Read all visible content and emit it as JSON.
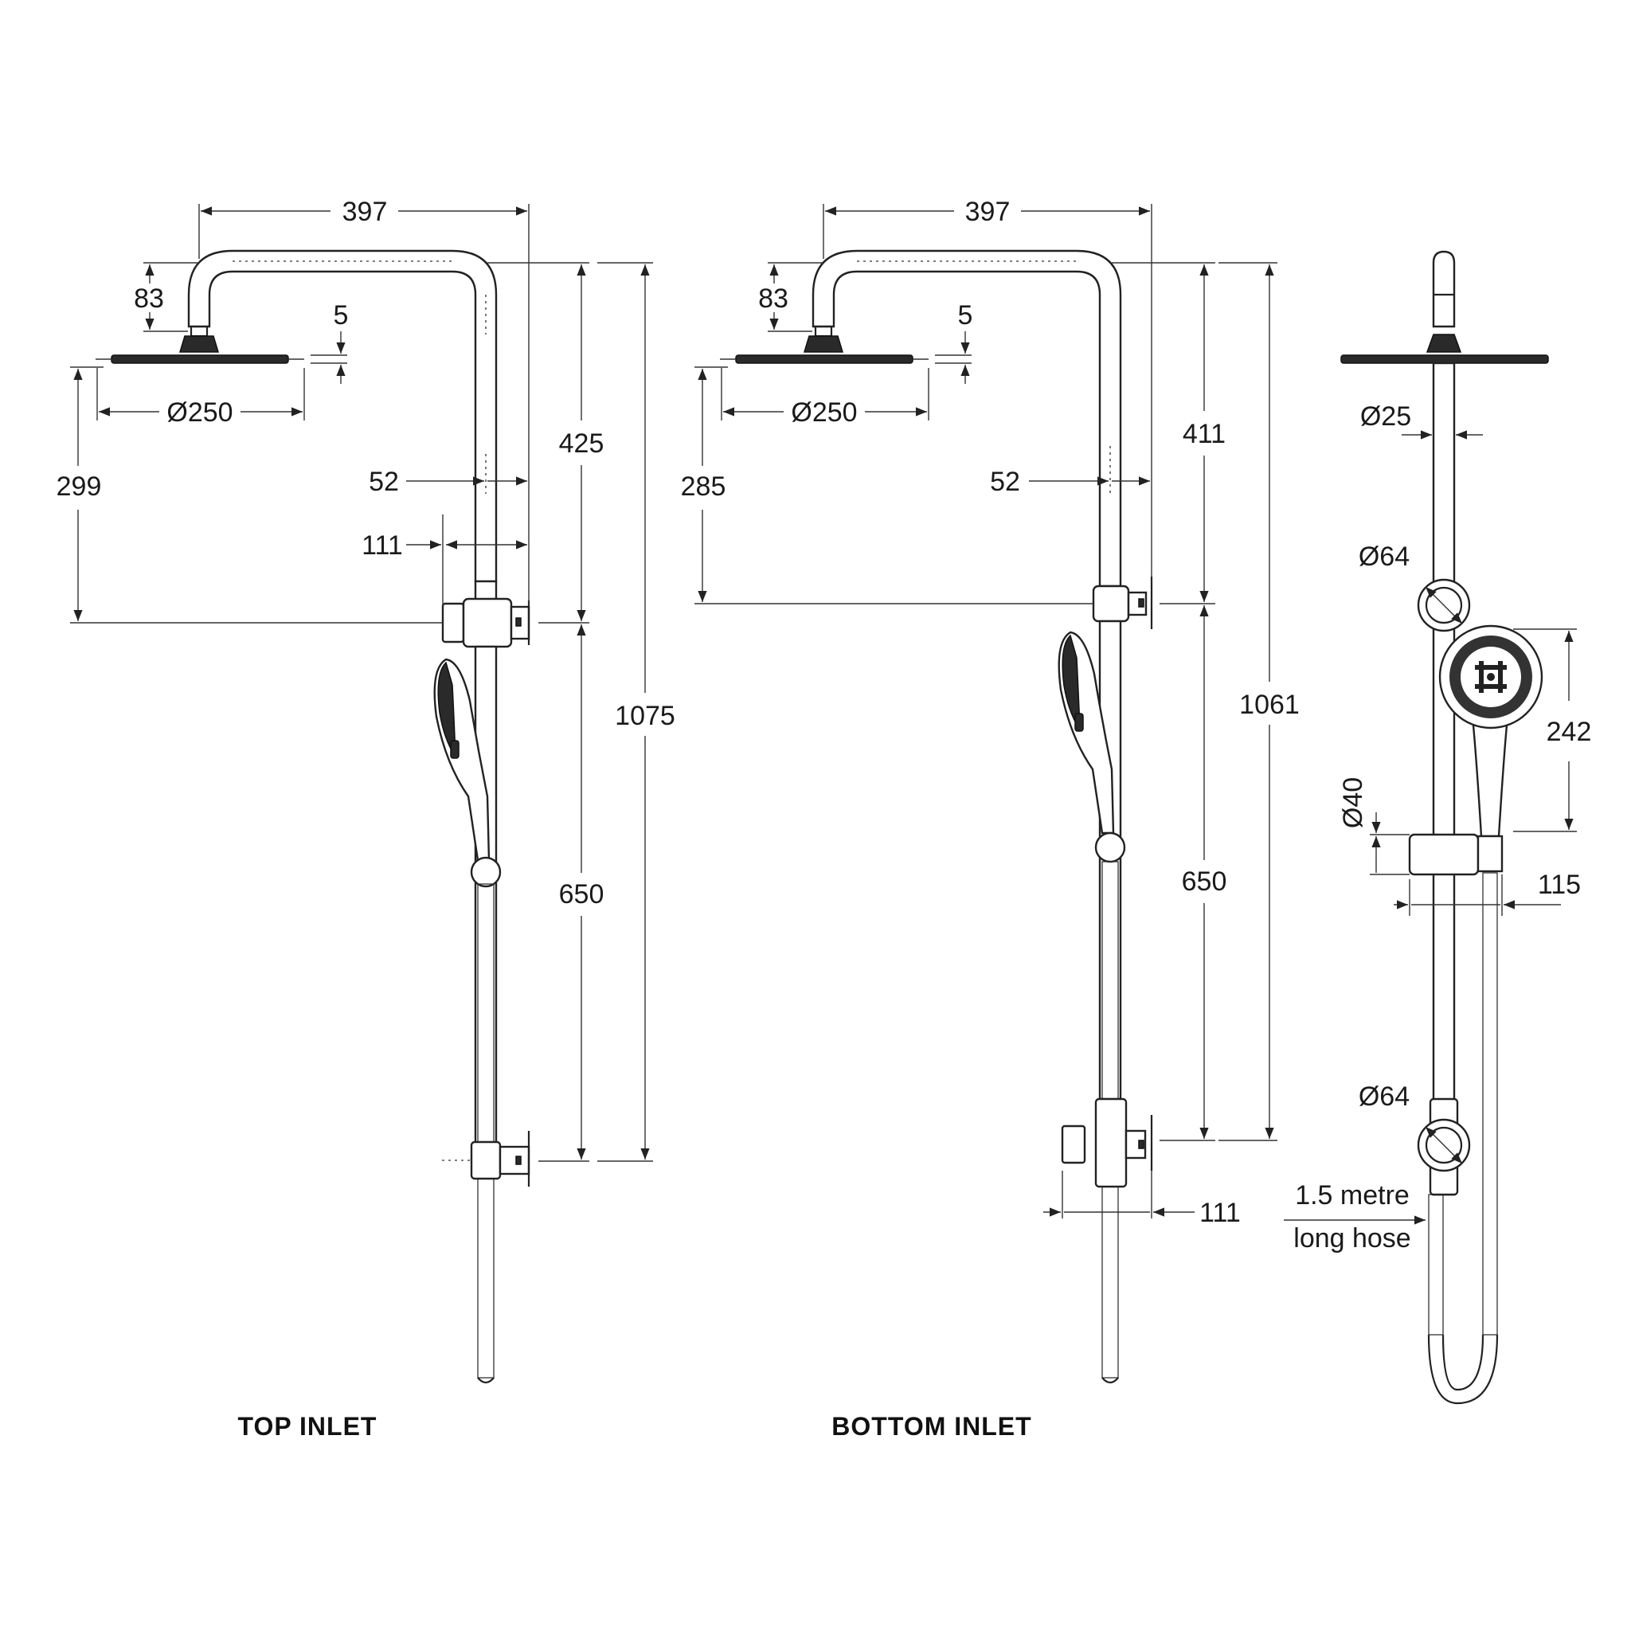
{
  "views": {
    "top_inlet": {
      "caption": "TOP INLET",
      "dims": {
        "arm_width": "397",
        "arm_rise": "83",
        "head_thickness": "5",
        "head_diameter": "Ø250",
        "head_to_bracket": "299",
        "upper_rail": "425",
        "pipe_offset": "52",
        "bracket_offset": "111",
        "lower_rail": "650",
        "overall_height": "1075"
      }
    },
    "bottom_inlet": {
      "caption": "BOTTOM INLET",
      "dims": {
        "arm_width": "397",
        "arm_rise": "83",
        "head_thickness": "5",
        "head_diameter": "Ø250",
        "head_to_bracket": "285",
        "upper_rail": "411",
        "pipe_offset": "52",
        "lower_rail": "650",
        "overall_height": "1061",
        "bracket_offset": "111"
      }
    },
    "side": {
      "dims": {
        "rail_diameter": "Ø25",
        "upper_flange_diameter": "Ø64",
        "handset_length": "242",
        "slider_diameter": "Ø40",
        "handset_projection": "115",
        "lower_flange_diameter": "Ø64",
        "hose_note_line1": "1.5 metre",
        "hose_note_line2": "long hose"
      }
    }
  },
  "colors": {
    "line": "#222222",
    "text": "#1a1a1a",
    "dark_fill": "#2a2a2a"
  }
}
